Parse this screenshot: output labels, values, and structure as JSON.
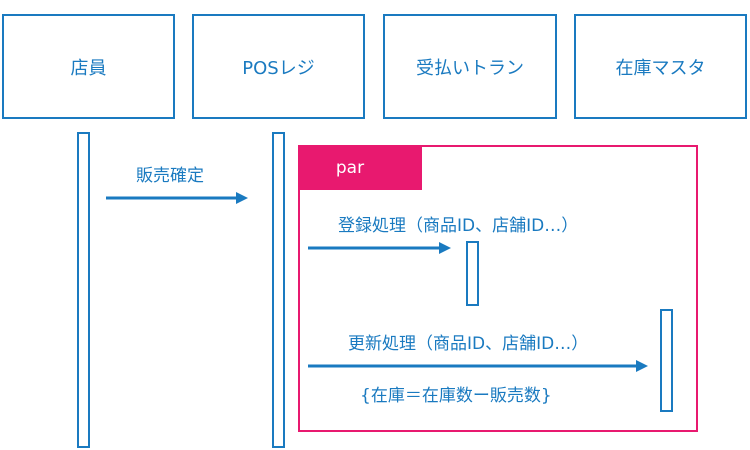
{
  "diagram": {
    "type": "sequence",
    "colors": {
      "primary": "#1a7ac0",
      "frame": "#e8196f",
      "frame_label_text": "#ffffff"
    },
    "participants": [
      {
        "id": "clerk",
        "label": "店員"
      },
      {
        "id": "pos",
        "label": "POSレジ"
      },
      {
        "id": "transaction",
        "label": "受払いトラン"
      },
      {
        "id": "inventory",
        "label": "在庫マスタ"
      }
    ],
    "fragment": {
      "operator": "par"
    },
    "messages": [
      {
        "from": "clerk",
        "to": "pos",
        "label": "販売確定"
      },
      {
        "from": "pos",
        "to": "transaction",
        "label": "登録処理（商品ID、店舗ID…）"
      },
      {
        "from": "pos",
        "to": "inventory",
        "label": "更新処理（商品ID、店舗ID…）",
        "note": "{在庫＝在庫数ー販売数}"
      }
    ]
  }
}
